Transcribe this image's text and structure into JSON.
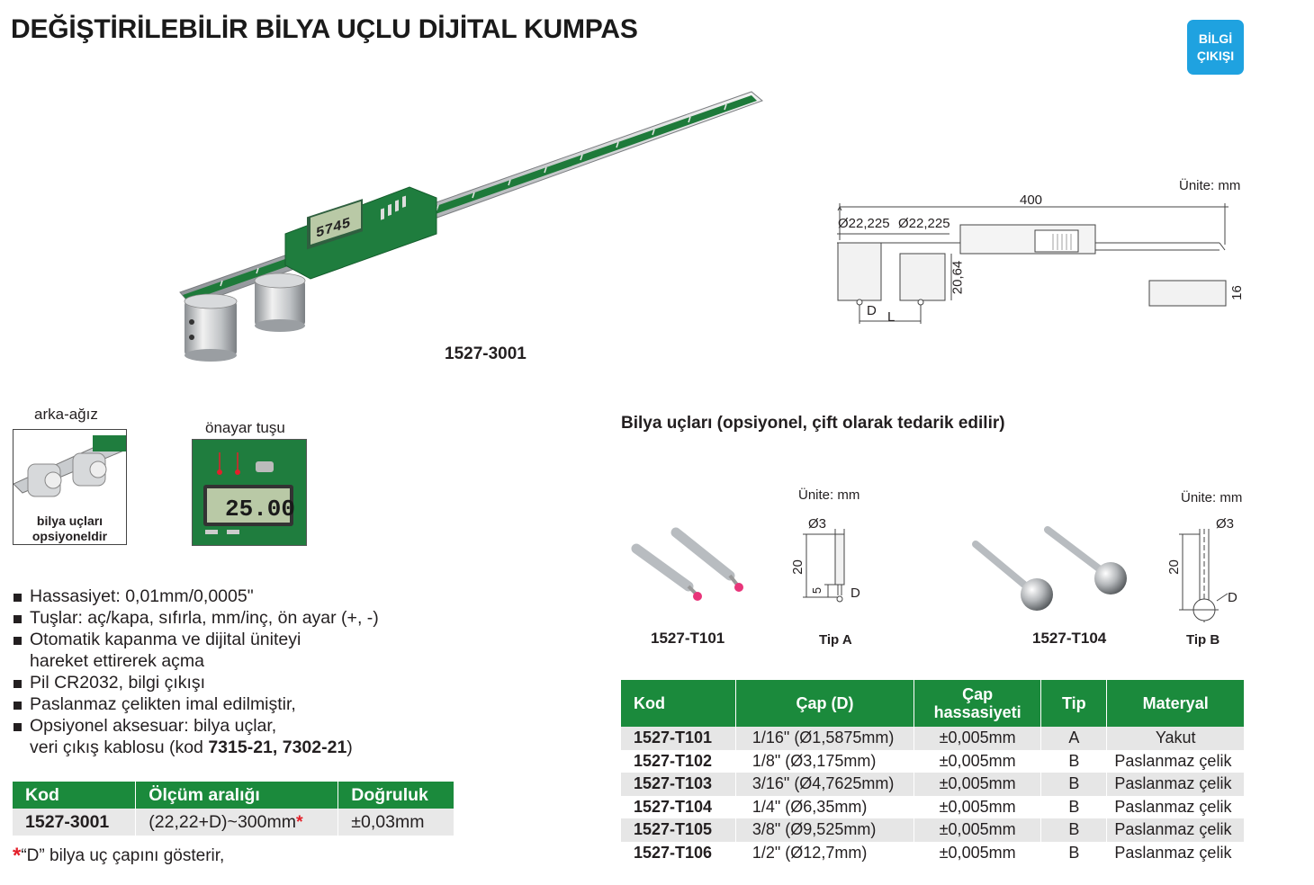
{
  "title": "DEĞİŞTİRİLEBİLİR BİLYA UÇLU DİJİTAL KUMPAS",
  "badge": {
    "line1": "BİLGİ",
    "line2": "ÇIKIŞI",
    "color": "#1fa2e0"
  },
  "product": {
    "code": "1527-3001",
    "display_reading": "5745"
  },
  "drawing": {
    "unit": "Ünite: mm",
    "length": "400",
    "dia1": "Ø22,225",
    "dia2": "Ø22,225",
    "height": "20,64",
    "d_label": "D",
    "l_label": "L",
    "thickness": "16"
  },
  "insets": {
    "back_jaw": {
      "title": "arka-ağız",
      "caption_line1": "bilya uçları",
      "caption_line2": "opsiyoneldir"
    },
    "preset": {
      "title": "önayar tuşu",
      "plus": "+",
      "minus": "−",
      "display": "25.00"
    }
  },
  "features": [
    "Hassasiyet: 0,01mm/0,0005\"",
    "Tuşlar: aç/kapa, sıfırla, mm/inç, ön ayar (+, -)",
    "Otomatik kapanma ve dijital üniteyi",
    "hareket ettirerek açma",
    "Pil CR2032, bilgi çıkışı",
    "Paslanmaz çelikten imal edilmiştir,",
    "Opsiyonel aksesuar: bilya uçlar,"
  ],
  "feature_last": {
    "prefix": "veri çıkış kablosu (kod ",
    "codes": "7315-21, 7302-21",
    "suffix": ")"
  },
  "spec_table": {
    "headers": [
      "Kod",
      "Ölçüm aralığı",
      "Doğruluk"
    ],
    "row": {
      "kod": "1527-3001",
      "range": "(22,22+D)~300mm",
      "accuracy": "±0,03mm"
    }
  },
  "footnote": {
    "star": "*",
    "text": "“D” bilya uç çapını gösterir,"
  },
  "tips_section": {
    "heading": "Bilya uçları (opsiyonel, çift olarak tedarik edilir)",
    "tip_a": {
      "code": "1527-T101",
      "label": "Tip A",
      "unit": "Ünite: mm",
      "dia": "Ø3",
      "len": "20",
      "short": "5",
      "d": "D"
    },
    "tip_b": {
      "code": "1527-T104",
      "label": "Tip B",
      "unit": "Ünite: mm",
      "dia": "Ø3",
      "len": "20",
      "d": "D"
    }
  },
  "tips_table": {
    "headers": [
      "Kod",
      "Çap (D)",
      "Çap hassasiyeti",
      "Tip",
      "Materyal"
    ],
    "rows": [
      [
        "1527-T101",
        "1/16\" (Ø1,5875mm)",
        "±0,005mm",
        "A",
        "Yakut"
      ],
      [
        "1527-T102",
        "1/8\" (Ø3,175mm)",
        "±0,005mm",
        "B",
        "Paslanmaz çelik"
      ],
      [
        "1527-T103",
        "3/16\" (Ø4,7625mm)",
        "±0,005mm",
        "B",
        "Paslanmaz çelik"
      ],
      [
        "1527-T104",
        "1/4\" (Ø6,35mm)",
        "±0,005mm",
        "B",
        "Paslanmaz çelik"
      ],
      [
        "1527-T105",
        "3/8\" (Ø9,525mm)",
        "±0,005mm",
        "B",
        "Paslanmaz çelik"
      ],
      [
        "1527-T106",
        "1/2\" (Ø12,7mm)",
        "±0,005mm",
        "B",
        "Paslanmaz çelik"
      ]
    ]
  },
  "colors": {
    "green": "#1b8a3c",
    "gray_row": "#e6e6e6",
    "red": "#e3202a"
  }
}
